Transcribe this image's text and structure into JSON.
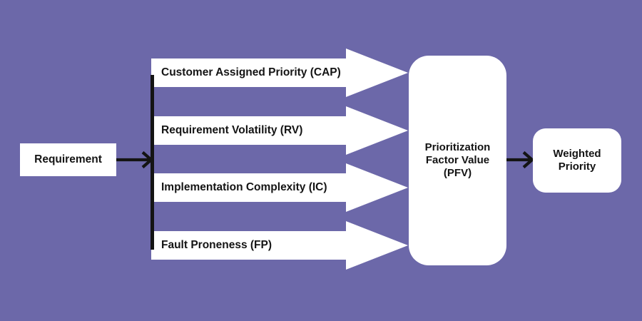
{
  "colors": {
    "background": "#6C68A9",
    "node_fill": "#FFFFFF",
    "ink": "#141414"
  },
  "nodes": {
    "requirement": {
      "label": "Requirement"
    },
    "pfv": {
      "label": "Prioritization Factor Value (PFV)",
      "lines": [
        "Prioritization",
        "Factor Value",
        "(PFV)"
      ]
    },
    "weighted_priority": {
      "label": "Weighted Priority",
      "lines": [
        "Weighted",
        "Priority"
      ]
    }
  },
  "factors": [
    {
      "label": "Customer Assigned Priority (CAP)"
    },
    {
      "label": "Requirement Volatility (RV)"
    },
    {
      "label": "Implementation Complexity (IC)"
    },
    {
      "label": "Fault Proneness (FP)"
    }
  ]
}
